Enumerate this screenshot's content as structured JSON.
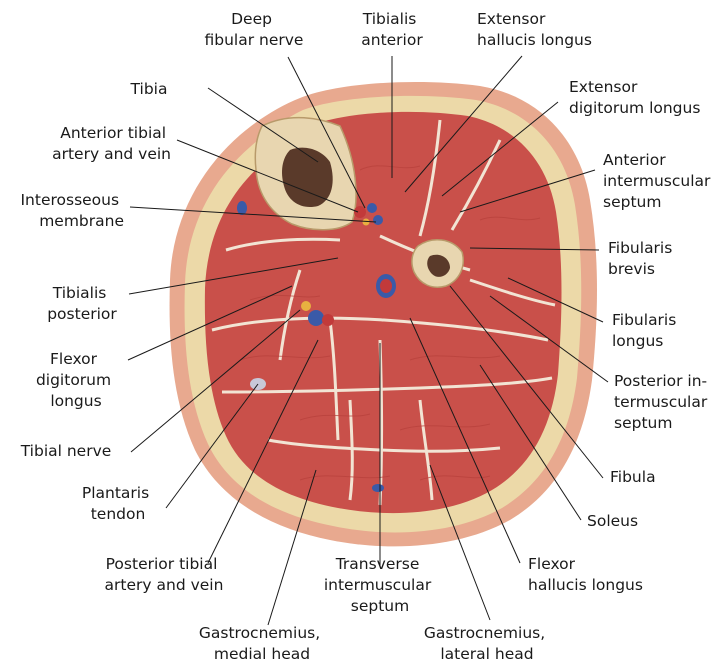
{
  "labels": {
    "deep_fibular_nerve": [
      "Deep",
      "fibular nerve"
    ],
    "tibialis_anterior": [
      "Tibialis",
      "anterior"
    ],
    "extensor_hallucis_longus": [
      "Extensor",
      "hallucis longus"
    ],
    "tibia": [
      "Tibia"
    ],
    "extensor_digitorum_longus": [
      "Extensor",
      "digitorum longus"
    ],
    "anterior_tibial_artery_vein": [
      "Anterior tibial",
      "artery and vein"
    ],
    "anterior_intermuscular_septum": [
      "Anterior",
      "intermuscular",
      "septum"
    ],
    "interosseous_membrane": [
      "Interosseous",
      "membrane"
    ],
    "fibularis_brevis": [
      "Fibularis",
      "brevis"
    ],
    "tibialis_posterior": [
      "Tibialis",
      "posterior"
    ],
    "fibularis_longus": [
      "Fibularis",
      "longus"
    ],
    "flexor_digitorum_longus": [
      "Flexor",
      "digitorum",
      "longus"
    ],
    "posterior_intermuscular_septum": [
      "Posterior in-",
      "termuscular",
      "septum"
    ],
    "tibial_nerve": [
      "Tibial nerve"
    ],
    "fibula": [
      "Fibula"
    ],
    "plantaris_tendon": [
      "Plantaris",
      "tendon"
    ],
    "soleus": [
      "Soleus"
    ],
    "posterior_tibial_artery_vein": [
      "Posterior tibial",
      "artery and vein"
    ],
    "transverse_intermuscular_septum": [
      "Transverse",
      "intermuscular",
      "septum"
    ],
    "flexor_hallucis_longus": [
      "Flexor",
      "hallucis longus"
    ],
    "gastrocnemius_medial_head": [
      "Gastrocnemius,",
      "medial head"
    ],
    "gastrocnemius_lateral_head": [
      "Gastrocnemius,",
      "lateral head"
    ]
  },
  "colors": {
    "skin": "#e8a98f",
    "fat": "#ecd9a8",
    "muscle": "#c9504a",
    "fascia": "#f2e4d4",
    "bone": "#e8d6b0",
    "marrow": "#5a3a2a",
    "artery": "#c23a3a",
    "vein": "#3a5aa8",
    "nerve": "#e8b040"
  }
}
